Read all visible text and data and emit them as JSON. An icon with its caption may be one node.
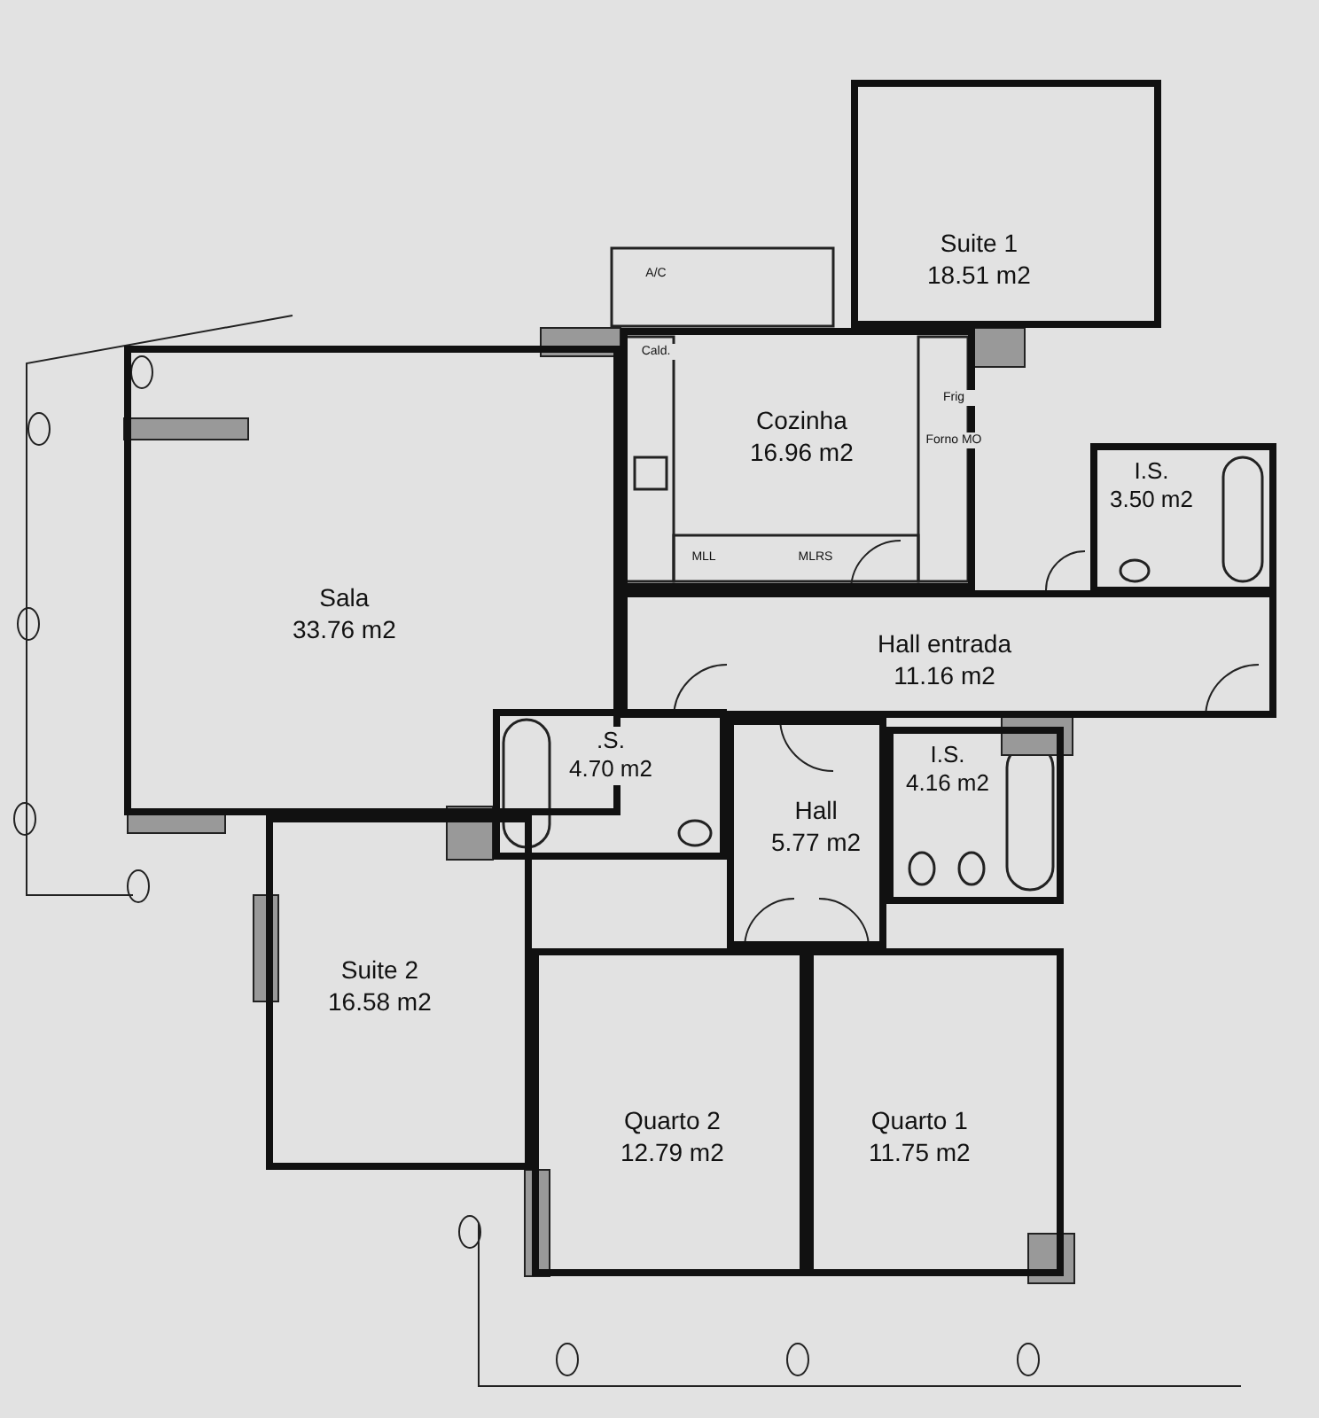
{
  "diagram": {
    "nodes": [
      {
        "text": [
          "Suite 1",
          "18.51 m2"
        ]
      },
      {
        "text": [
          "Cozinha",
          "16.96 m2"
        ]
      },
      {
        "text": [
          "I.S.",
          "3.50 m2"
        ]
      },
      {
        "text": [
          "Sala",
          "33.76 m2"
        ]
      },
      {
        "text": [
          "Hall entrada",
          "11.16 m2"
        ]
      },
      {
        "text": [
          ".S.",
          "4.70 m2"
        ]
      },
      {
        "text": [
          "Hall",
          "5.77 m2"
        ]
      },
      {
        "text": [
          "I.S.",
          "4.16 m2"
        ]
      },
      {
        "text": [
          "Suite 2",
          "16.58 m2"
        ]
      },
      {
        "text": [
          "Quarto 2",
          "12.79 m2"
        ]
      },
      {
        "text": [
          "Quarto 1",
          "11.75 m2"
        ]
      }
    ],
    "labels": [
      "A/C",
      "Cald.",
      "Frig",
      "Forno MO",
      "MLL",
      "MLRS"
    ]
  }
}
